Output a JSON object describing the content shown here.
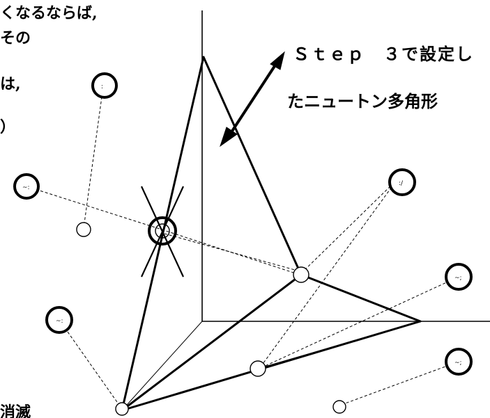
{
  "labels": {
    "line1": "くなるならば,",
    "line2": "その",
    "line3": "は,",
    "line4": "）",
    "step": "Ｓｔｅｐ　３で設定し",
    "newton": "たニュートン多角形",
    "vanish": "消滅"
  },
  "colors": {
    "ink": "#000000",
    "paper": "#ffffff"
  }
}
